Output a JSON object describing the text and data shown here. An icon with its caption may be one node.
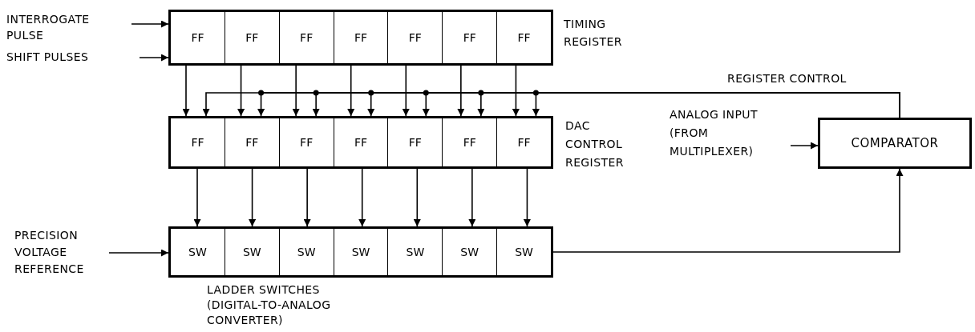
{
  "diagram": {
    "nodes": [
      {
        "text": [
          "TIMING REGISTER"
        ]
      },
      {
        "text": [
          "FF"
        ],
        "in": 0
      },
      {
        "text": [
          "FF"
        ],
        "in": 0
      },
      {
        "text": [
          "FF"
        ],
        "in": 0
      },
      {
        "text": [
          "FF"
        ],
        "in": 0
      },
      {
        "text": [
          "FF"
        ],
        "in": 0
      },
      {
        "text": [
          "FF"
        ],
        "in": 0
      },
      {
        "text": [
          "FF"
        ],
        "in": 0
      },
      {
        "text": [
          "DAC CONTROL REGISTER"
        ]
      },
      {
        "text": [
          "FF"
        ],
        "in": 8
      },
      {
        "text": [
          "FF"
        ],
        "in": 8
      },
      {
        "text": [
          "FF"
        ],
        "in": 8
      },
      {
        "text": [
          "FF"
        ],
        "in": 8
      },
      {
        "text": [
          "FF"
        ],
        "in": 8
      },
      {
        "text": [
          "FF"
        ],
        "in": 8
      },
      {
        "text": [
          "FF"
        ],
        "in": 8
      },
      {
        "text": [
          "LADDER SWITCHES (DIGITAL-TO-ANALOG CONVERTER)"
        ]
      },
      {
        "text": [
          "SW"
        ],
        "in": 16
      },
      {
        "text": [
          "SW"
        ],
        "in": 16
      },
      {
        "text": [
          "SW"
        ],
        "in": 16
      },
      {
        "text": [
          "SW"
        ],
        "in": 16
      },
      {
        "text": [
          "SW"
        ],
        "in": 16
      },
      {
        "text": [
          "SW"
        ],
        "in": 16
      },
      {
        "text": [
          "SW"
        ],
        "in": 16
      },
      {
        "text": [
          "COMPARATOR"
        ]
      },
      {
        "text": [
          "INTERROGATE PULSE"
        ]
      },
      {
        "text": [
          "SHIFT PULSES"
        ]
      },
      {
        "text": [
          "PRECISION VOLTAGE REFERENCE"
        ]
      },
      {
        "text": [
          "ANALOG INPUT (FROM MULTIPLEXER)"
        ]
      }
    ],
    "edges": [
      {
        "from": 25,
        "to": 0,
        "arrow": "to"
      },
      {
        "from": 26,
        "to": 0,
        "arrow": "to"
      },
      {
        "from": 1,
        "to": 9,
        "arrow": "to"
      },
      {
        "from": 2,
        "to": 10,
        "arrow": "to"
      },
      {
        "from": 3,
        "to": 11,
        "arrow": "to"
      },
      {
        "from": 4,
        "to": 12,
        "arrow": "to"
      },
      {
        "from": 5,
        "to": 13,
        "arrow": "to"
      },
      {
        "from": 6,
        "to": 14,
        "arrow": "to"
      },
      {
        "from": 7,
        "to": 15,
        "arrow": "to"
      },
      {
        "from": 24,
        "to": 9,
        "arrow": "to"
      },
      {
        "from": 24,
        "to": 10,
        "arrow": "to"
      },
      {
        "from": 24,
        "to": 11,
        "arrow": "to"
      },
      {
        "from": 24,
        "to": 12,
        "arrow": "to"
      },
      {
        "from": 24,
        "to": 13,
        "arrow": "to"
      },
      {
        "from": 24,
        "to": 14,
        "arrow": "to"
      },
      {
        "from": 24,
        "to": 15,
        "arrow": "to",
        "label": "REGISTER CONTROL"
      },
      {
        "from": 9,
        "to": 17,
        "arrow": "to"
      },
      {
        "from": 10,
        "to": 18,
        "arrow": "to"
      },
      {
        "from": 11,
        "to": 19,
        "arrow": "to"
      },
      {
        "from": 12,
        "to": 20,
        "arrow": "to"
      },
      {
        "from": 13,
        "to": 21,
        "arrow": "to"
      },
      {
        "from": 14,
        "to": 22,
        "arrow": "to"
      },
      {
        "from": 15,
        "to": 23,
        "arrow": "to"
      },
      {
        "from": 27,
        "to": 16,
        "arrow": "to"
      },
      {
        "from": 23,
        "to": 24,
        "arrow": "to"
      },
      {
        "from": 28,
        "to": 24,
        "arrow": "to"
      }
    ]
  }
}
